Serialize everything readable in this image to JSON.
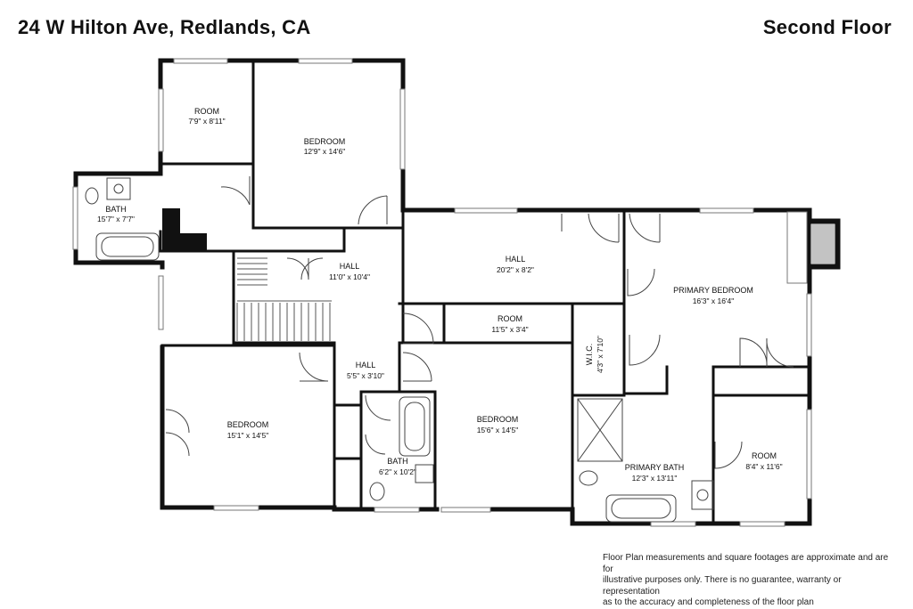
{
  "header": {
    "address": "24 W Hilton Ave, Redlands, CA",
    "floor": "Second Floor"
  },
  "rooms": [
    {
      "key": "room_a",
      "name": "ROOM",
      "dims": "7'9\" x 8'11\""
    },
    {
      "key": "bedroom_nw",
      "name": "BEDROOM",
      "dims": "12'9\" x 14'6\""
    },
    {
      "key": "bath_w",
      "name": "BATH",
      "dims": "15'7\" x 7'7\""
    },
    {
      "key": "hall_stair",
      "name": "HALL",
      "dims": "11'0\" x 10'4\""
    },
    {
      "key": "hall_long",
      "name": "HALL",
      "dims": "20'2\" x 8'2\""
    },
    {
      "key": "primary_bedroom",
      "name": "PRIMARY BEDROOM",
      "dims": "16'3\" x 16'4\""
    },
    {
      "key": "room_small",
      "name": "ROOM",
      "dims": "11'5\" x 3'4\""
    },
    {
      "key": "wic",
      "name": "W.I.C.",
      "dims": "4'3\" x 7'10\""
    },
    {
      "key": "hall_small",
      "name": "HALL",
      "dims": "5'5\" x 3'10\""
    },
    {
      "key": "bedroom_sw",
      "name": "BEDROOM",
      "dims": "15'1\" x 14'5\""
    },
    {
      "key": "bedroom_center",
      "name": "BEDROOM",
      "dims": "15'6\" x 14'5\""
    },
    {
      "key": "bath_center",
      "name": "BATH",
      "dims": "6'2\" x 10'2\""
    },
    {
      "key": "primary_bath",
      "name": "PRIMARY BATH",
      "dims": "12'3\" x 13'11\""
    },
    {
      "key": "room_se",
      "name": "ROOM",
      "dims": "8'4\" x 11'6\""
    }
  ],
  "disclaimer": {
    "line1": "Floor Plan measurements and square footages are approximate and are for",
    "line2": "illustrative purposes only. There is no guarantee, warranty or representation",
    "line3": "as to the accuracy and completeness of the floor plan"
  },
  "colors": {
    "wall": "#111111",
    "fixture": "#444444",
    "window": "#777777"
  }
}
